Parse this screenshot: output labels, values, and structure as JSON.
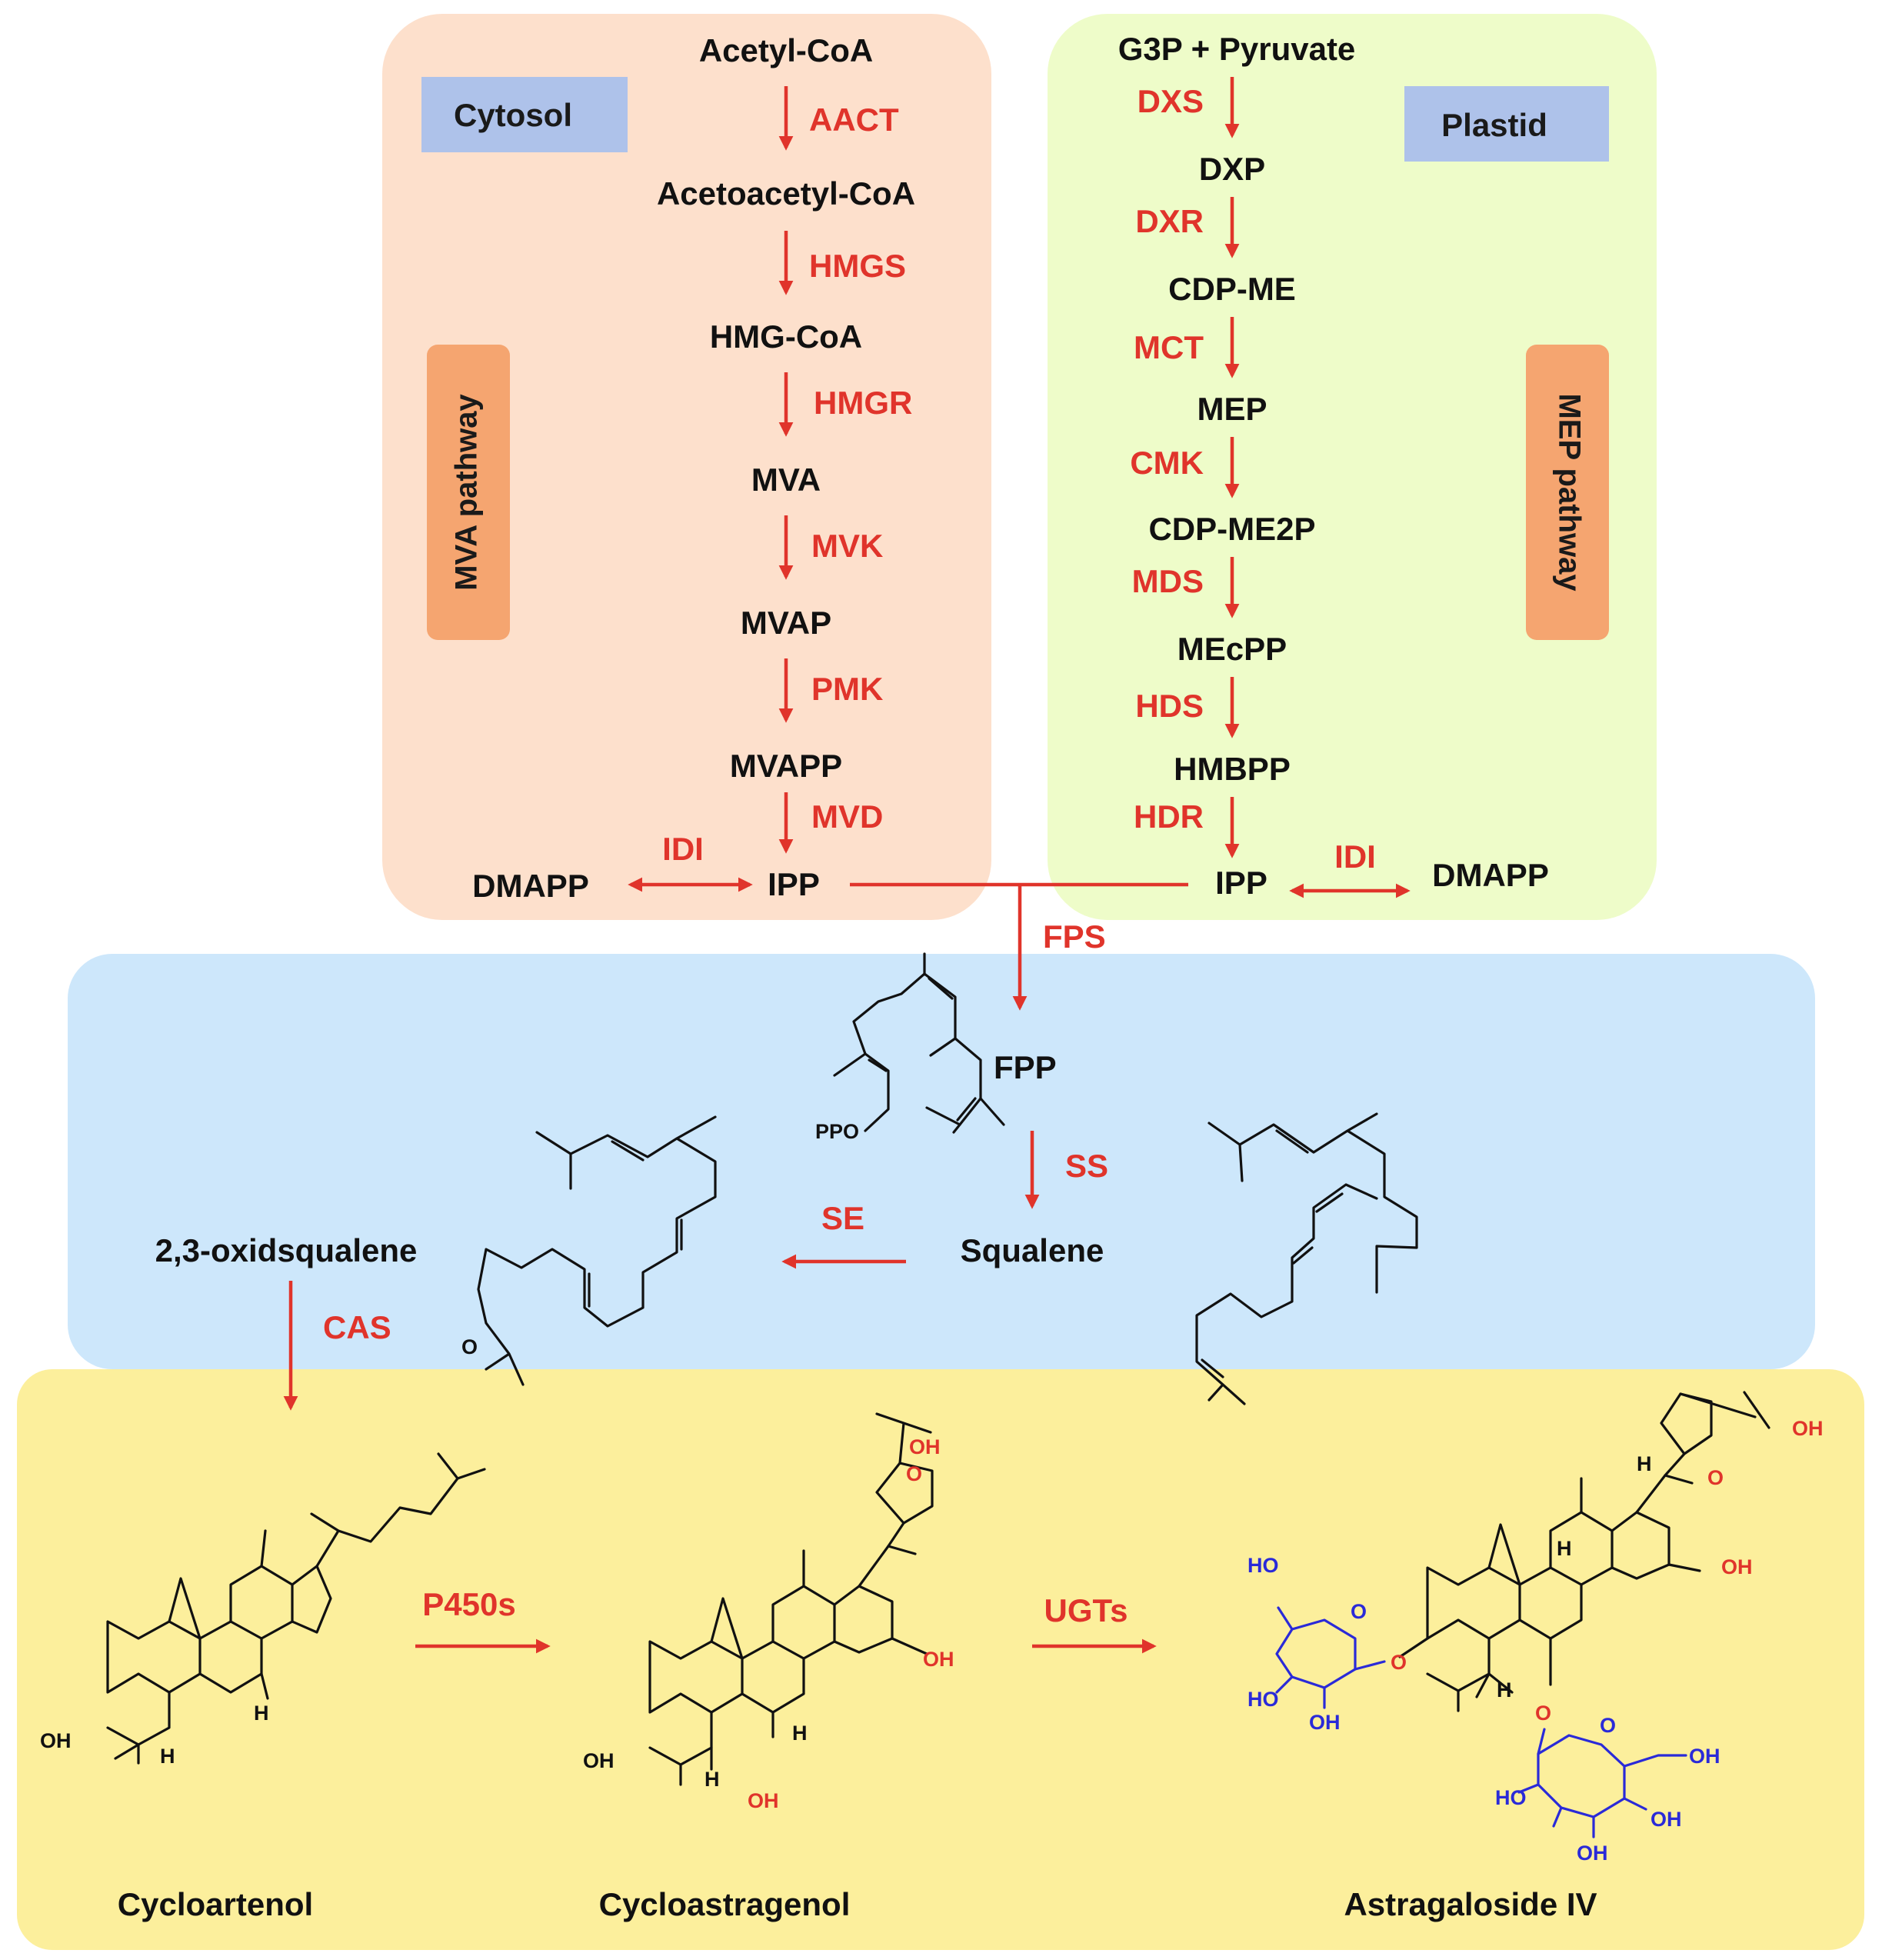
{
  "compartments": {
    "cytosol": "Cytosol",
    "plastid": "Plastid",
    "mva": "MVA pathway",
    "mep": "MEP pathway"
  },
  "mva_steps": [
    {
      "metabolite": "Acetyl-CoA",
      "enzyme": "AACT"
    },
    {
      "metabolite": "Acetoacetyl-CoA",
      "enzyme": "HMGS"
    },
    {
      "metabolite": "HMG-CoA",
      "enzyme": "HMGR"
    },
    {
      "metabolite": "MVA",
      "enzyme": "MVK"
    },
    {
      "metabolite": "MVAP",
      "enzyme": "PMK"
    },
    {
      "metabolite": "MVAPP",
      "enzyme": "MVD"
    }
  ],
  "mep_steps": [
    {
      "metabolite": "G3P + Pyruvate",
      "enzyme": "DXS"
    },
    {
      "metabolite": "DXP",
      "enzyme": "DXR"
    },
    {
      "metabolite": "CDP-ME",
      "enzyme": "MCT"
    },
    {
      "metabolite": "MEP",
      "enzyme": "CMK"
    },
    {
      "metabolite": "CDP-ME2P",
      "enzyme": "MDS"
    },
    {
      "metabolite": "MEcPP",
      "enzyme": "HDS"
    },
    {
      "metabolite": "HMBPP",
      "enzyme": "HDR"
    }
  ],
  "isomerization": {
    "ipp": "IPP",
    "dmapp": "DMAPP",
    "enzyme": "IDI"
  },
  "middle": {
    "fps": "FPS",
    "fpp": "FPP",
    "ppo": "PPO",
    "ss": "SS",
    "squalene": "Squalene",
    "se": "SE",
    "oxidosqualene": "2,3-oxidsqualene",
    "cas": "CAS",
    "epoxide_o": "O"
  },
  "bottom": {
    "cycloartenol": "Cycloartenol",
    "p450": "P450s",
    "cycloastragenol": "Cycloastragenol",
    "ugts": "UGTs",
    "astragaloside": "Astragaloside IV"
  },
  "atoms": {
    "oh": "OH",
    "ho": "HO",
    "h": "H",
    "o": "O"
  },
  "colors": {
    "cytosol_bg": "#fde0cc",
    "plastid_bg": "#eefcc9",
    "middle_bg": "#cde7fb",
    "bottom_bg": "#fcef9c",
    "tag_bg": "#aec2ea",
    "pathway_tag_bg": "#f5a570",
    "enzyme": "#e0342b",
    "sugar": "#2a2ad8"
  }
}
